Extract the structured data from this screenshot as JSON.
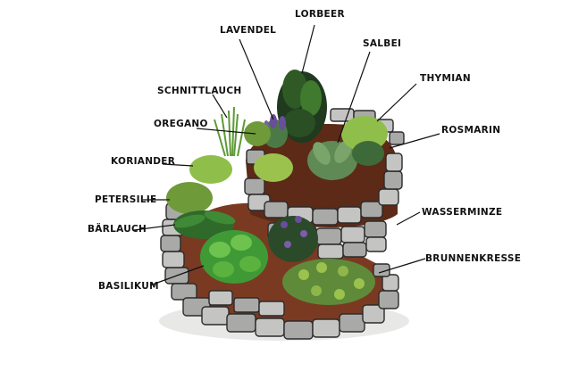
{
  "labels": {
    "lorbeer": "LORBEER",
    "lavendel": "LAVENDEL",
    "salbei": "SALBEI",
    "thymian": "THYMIAN",
    "schnittlauch": "SCHNITTLAUCH",
    "oregano": "OREGANO",
    "rosmarin": "ROSMARIN",
    "koriander": "KORIANDER",
    "petersilie": "PETERSILIE",
    "wasserminze": "WASSERMINZE",
    "baerlauch": "BÄRLAUCH",
    "brunnenkresse": "BRUNNENKRESSE",
    "basilikum": "BASILIKUM"
  },
  "colors": {
    "stone": "#a9aaa8",
    "soil": "#7a3a22",
    "leaf_dark": "#1f3a1e",
    "leaf_mid": "#3f7a2e",
    "leaf_light": "#8fbf4a",
    "lavender": "#6a4d9b"
  }
}
